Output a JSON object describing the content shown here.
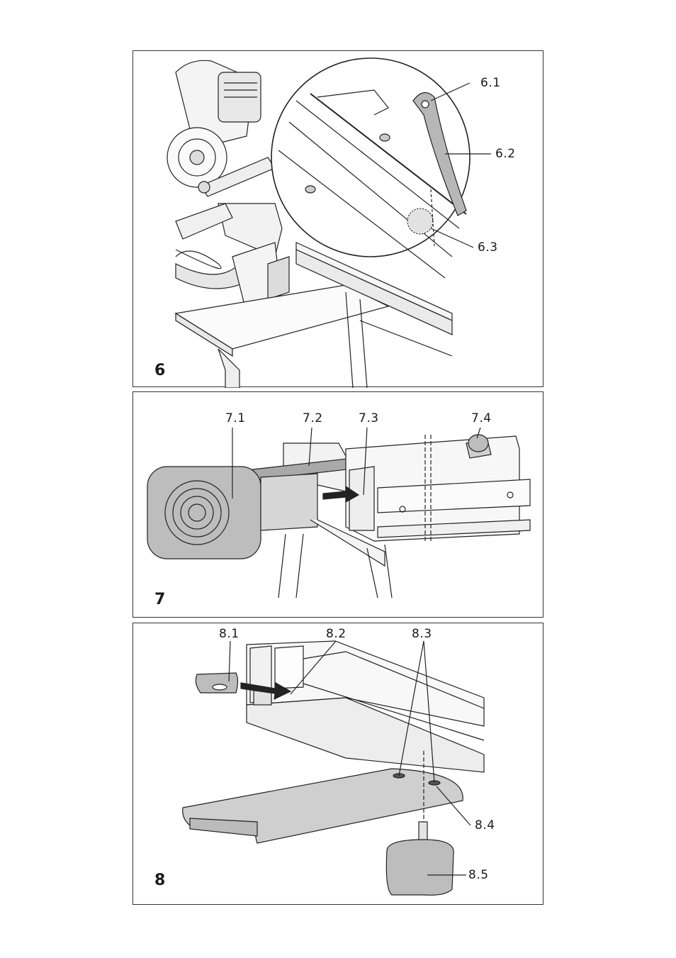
{
  "figures": [
    {
      "number": "6",
      "callouts": [
        "6.1",
        "6.2",
        "6.3"
      ]
    },
    {
      "number": "7",
      "callouts": [
        "7.1",
        "7.2",
        "7.3",
        "7.4"
      ]
    },
    {
      "number": "8",
      "callouts": [
        "8.1",
        "8.2",
        "8.3",
        "8.4",
        "8.5"
      ]
    }
  ]
}
